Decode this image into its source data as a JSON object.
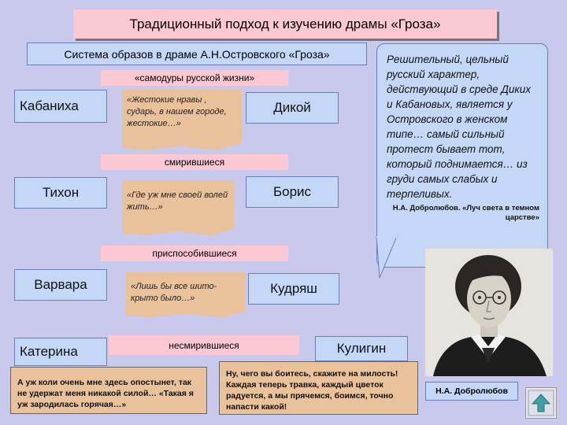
{
  "title": "Традиционный подход к изучению  драмы «Гроза»",
  "subtitle": "Система образов в драме А.Н.Островского «Гроза»",
  "categories": {
    "samodury": "«самодуры русской жизни»",
    "smirivshiesya": "смирившиеся",
    "prisposobivshiesya": "приспособившиеся",
    "nesmirivshiesya": "несмирившиеся"
  },
  "characters": {
    "kabanikha": "Кабаниха",
    "dikoy": "Дикой",
    "tikhon": "Тихон",
    "boris": "Борис",
    "varvara": "Варвара",
    "kudryash": "Кудряш",
    "katerina": "Катерина",
    "kuligin": "Кулигин"
  },
  "notes": {
    "samodury": "«Жестокие нравы , сударь, в нашем городе, жестокие…»",
    "smirivshiesya": "«Где уж мне своей волей жить…»",
    "prisposobivshiesya": "«Лишь бы все шито- крыто было…»"
  },
  "quotes": {
    "katerina": "А уж коли очень мне здесь опостынет, так не удержат меня никакой силой… «Такая я уж зародилась горячая…»",
    "kuligin": "Ну, чего вы боитесь, скажите на милость! Каждая теперь травка, каждый цветок радуется, а мы прячемся, боимся, точно напасти какой!"
  },
  "callout": {
    "text": "Решительный, цельный русский характер, действующий в среде Диких и Кабановых, является у Островского в женском типе… самый сильный протест бывает тот, который поднимается… из груди самых слабых и терпеливых.",
    "citation": "Н.А. Добролюбов. «Луч света в темном царстве»"
  },
  "portrait_caption": "Н.А. Добролюбов",
  "nav": {
    "icon": "back-arrow-icon"
  }
}
